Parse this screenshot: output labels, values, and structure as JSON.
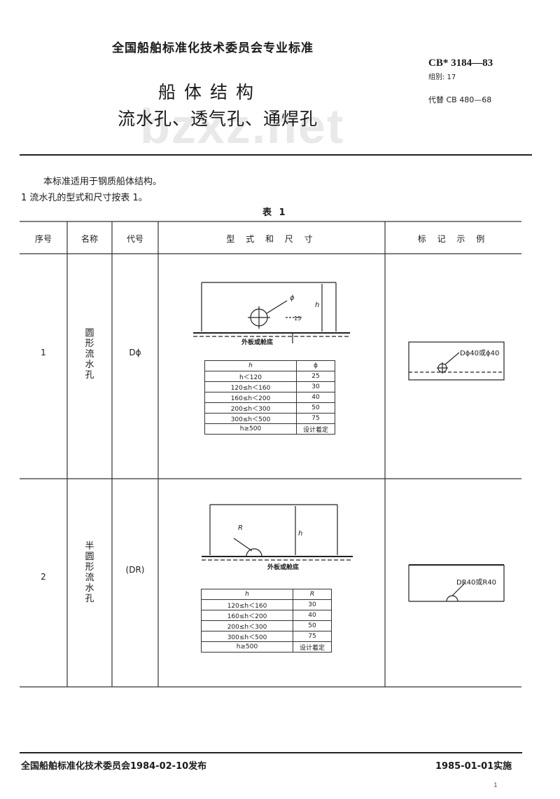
{
  "header": {
    "committee": "全国船舶标准化技术委员会专业标准",
    "title_line1": "船体结构",
    "title_line2": "流水孔、透气孔、通焊孔",
    "watermark": "bzxz.net",
    "standard_code": "CB* 3184—83",
    "group": "组别: 17",
    "replaces": "代替 CB 480—68"
  },
  "body": {
    "scope": "本标准适用于钢质船体结构。",
    "clause1": "1  流水孔的型式和尺寸按表 1。",
    "table_caption": "表 1"
  },
  "table1": {
    "headers": [
      "序号",
      "名称",
      "代号",
      "型 式 和 尺 寸",
      "标 记 示 例"
    ],
    "rows": [
      {
        "no": "1",
        "name": "圆形流水孔",
        "code": "Dϕ",
        "figure_label_phi": "ϕ",
        "figure_label_h": "h",
        "figure_label_15": "15",
        "figure_caption": "外板或舱底",
        "dims_header": [
          "h",
          "ϕ"
        ],
        "dims": [
          [
            "h＜120",
            "25"
          ],
          [
            "120≤h＜160",
            "30"
          ],
          [
            "160≤h＜200",
            "40"
          ],
          [
            "200≤h＜300",
            "50"
          ],
          [
            "300≤h＜500",
            "75"
          ],
          [
            "h≥500",
            "设计着定"
          ]
        ],
        "example": "Dϕ40或ϕ40"
      },
      {
        "no": "2",
        "name": "半圆形流水孔",
        "code": "(DR)",
        "figure_label_r": "R",
        "figure_label_h": "h",
        "figure_caption": "外板或舱底",
        "dims_header": [
          "h",
          "R"
        ],
        "dims": [
          [
            "120≤h＜160",
            "30"
          ],
          [
            "160≤h＜200",
            "40"
          ],
          [
            "200≤h＜300",
            "50"
          ],
          [
            "300≤h＜500",
            "75"
          ],
          [
            "h≥500",
            "设计着定"
          ]
        ],
        "example": "DR40或R40"
      }
    ]
  },
  "footer": {
    "issued": "全国船舶标准化技术委员会1984-02-10发布",
    "effective": "1985-01-01实施",
    "page": "1"
  }
}
